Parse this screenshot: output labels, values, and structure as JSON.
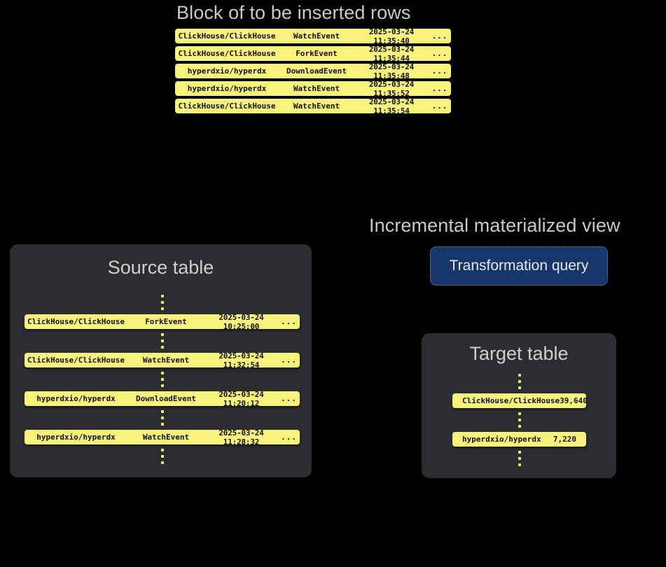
{
  "headings": {
    "block": "Block of to be inserted rows",
    "materialized_view": "Incremental materialized view"
  },
  "colors": {
    "background": "#000000",
    "panel": "#2b2d31",
    "row_yellow": "#f6f27c",
    "row_text": "#111111",
    "heading_text": "#c9c9c9",
    "query_box": "#17376a",
    "query_text": "#e8e8e8"
  },
  "block_of_rows": {
    "rows": [
      {
        "repo": "ClickHouse/ClickHouse",
        "event": "WatchEvent",
        "timestamp": "2025-03-24 11:35:40",
        "more": "..."
      },
      {
        "repo": "ClickHouse/ClickHouse",
        "event": "ForkEvent",
        "timestamp": "2025-03-24 11:35:44",
        "more": "..."
      },
      {
        "repo": "hyperdxio/hyperdx",
        "event": "DownloadEvent",
        "timestamp": "2025-03-24 11:35:48",
        "more": "..."
      },
      {
        "repo": "hyperdxio/hyperdx",
        "event": "WatchEvent",
        "timestamp": "2025-03-24 11:35:52",
        "more": "..."
      },
      {
        "repo": "ClickHouse/ClickHouse",
        "event": "WatchEvent",
        "timestamp": "2025-03-24 11:35:54",
        "more": "..."
      }
    ]
  },
  "source_table": {
    "title": "Source table",
    "rows": [
      {
        "repo": "ClickHouse/ClickHouse",
        "event": "ForkEvent",
        "timestamp": "2025-03-24 10:25:00",
        "more": "..."
      },
      {
        "repo": "ClickHouse/ClickHouse",
        "event": "WatchEvent",
        "timestamp": "2025-03-24 11:32:54",
        "more": "..."
      },
      {
        "repo": "hyperdxio/hyperdx",
        "event": "DownloadEvent",
        "timestamp": "2025-03-24 11:20:12",
        "more": "..."
      },
      {
        "repo": "hyperdxio/hyperdx",
        "event": "WatchEvent",
        "timestamp": "2025-03-24 11:28:32",
        "more": "..."
      }
    ]
  },
  "transformation_query": {
    "label": "Transformation query"
  },
  "target_table": {
    "title": "Target table",
    "rows": [
      {
        "repo": "ClickHouse/ClickHouse",
        "count": "39,640"
      },
      {
        "repo": "hyperdxio/hyperdx",
        "count": "7,220"
      }
    ]
  }
}
